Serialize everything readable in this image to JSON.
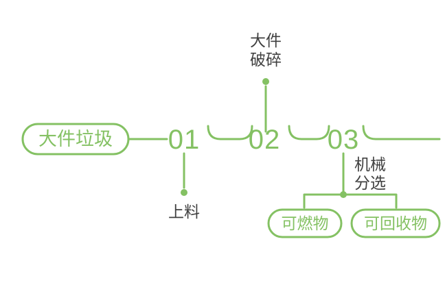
{
  "colors": {
    "green": "#84c163",
    "text_dark": "#404040",
    "background": "#ffffff"
  },
  "diagram": {
    "source_label": "大件垃圾",
    "steps": [
      {
        "number": "01",
        "label": "上料"
      },
      {
        "number": "02",
        "label_line1": "大件",
        "label_line2": "破碎"
      },
      {
        "number": "03",
        "label_line1": "机械",
        "label_line2": "分选"
      }
    ],
    "outputs": [
      {
        "label": "可燃物"
      },
      {
        "label": "可回收物"
      }
    ]
  }
}
